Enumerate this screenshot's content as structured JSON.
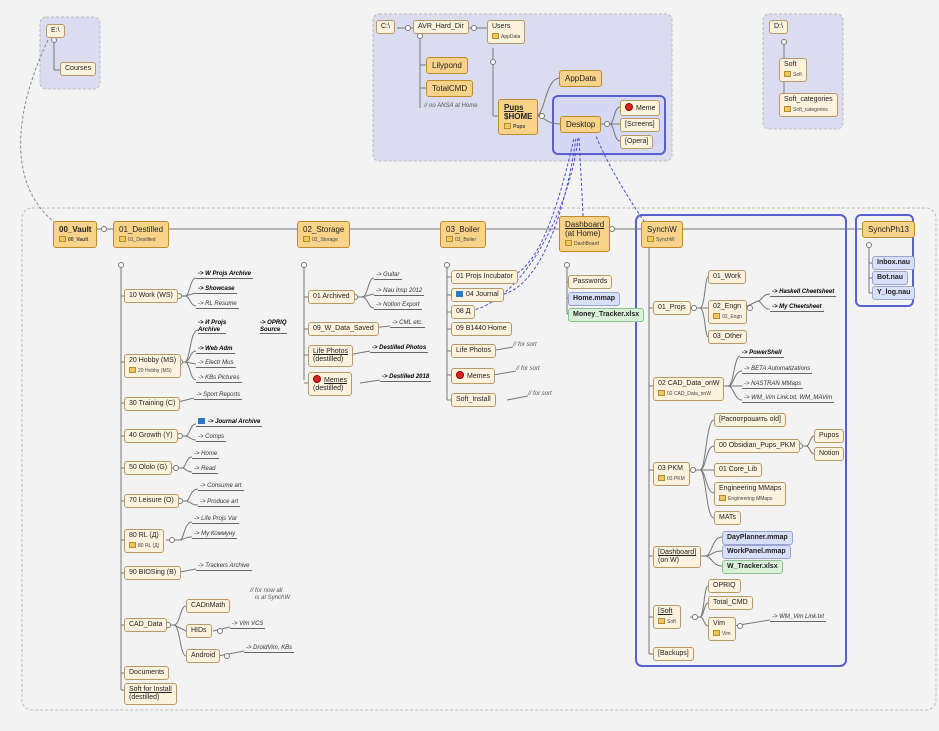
{
  "drives": {
    "e": "E:\\",
    "c": "C:\\",
    "d": "D:\\"
  },
  "top": {
    "courses": "Courses",
    "avr": "AVR_Hard_Dir",
    "users": "Users",
    "users_sub": "AppData",
    "lilypond": "Lilypond",
    "totalcmd": "TotalCMD",
    "no_ansa": "// no ANSA at Home",
    "pups_line1": "Pups",
    "pups_line2": "$HOME",
    "pups_sub": "Pups",
    "appdata": "AppData",
    "desktop": "Desktop",
    "meme": "Meme",
    "screens": "[Screens]",
    "opera": "[Opera]",
    "soft": "Soft",
    "soft_sub": "Soft",
    "softcat": "Soft_categories",
    "softcat_sub": "Soft_categories"
  },
  "main": {
    "vault": "00_Vault",
    "vault_sub": "00_Vault",
    "destilled": "01_Destilled",
    "destilled_sub": "01_Destilled",
    "storage": "02_Storage",
    "storage_sub": "02_Storage",
    "boiler": "03_Boiler",
    "boiler_sub": "03_Boiler",
    "dash_line1": "Dashboard",
    "dash_line2": "(at Home)",
    "dash_sub": "DashBoard",
    "synchw": "SynchW",
    "synchw_sub": "SynchW",
    "synchph": "SynchPh13"
  },
  "destilled": {
    "work": "10 Work (WS)",
    "w_projs": "-> W Projs Archive",
    "showcase": "-> Showcase",
    "rl_resume": "-> RL Resume",
    "hobby": "20 Hobby (MS)",
    "hobby_sub": "20 Hobby (MS)",
    "i_projs_1": "-> И Projs",
    "i_projs_2": "Archive",
    "opriq_1": "-> OPRIQ",
    "opriq_2": "Source",
    "web_adm": "-> Web Adm",
    "electr": "-> Electr Mus",
    "kbs_pic": "-> KBs Pictures",
    "training": "30 Training (C)",
    "sport": "-> Sport Reports",
    "growth": "40 Growth (Y)",
    "journal_arch": "-> Journal Archive",
    "comps": "-> Comps",
    "ololo": "50 Ololo (G)",
    "home": "-> Home",
    "read": "-> Read",
    "leisure": "70 Leisure (O)",
    "consume": "-> Consume art",
    "produce": "-> Produce art",
    "rl": "80 RL (Д)",
    "rl_sub": "80 RL (Д)",
    "life_projs": "-> Life Projs Var",
    "my_komunu": "-> My Коммуну",
    "biosing": "90 BIOSing (B)",
    "trackers": "-> Trackers Archive",
    "cad_data": "CAD_Data",
    "cadnmath": "CADnMath",
    "for_now": "// for now all\n   is at SynchW",
    "hids": "HIDs",
    "vim_vcs": "-> Vim VCS",
    "android": "Android",
    "droidvim": "-> DroidVim, KBs",
    "documents": "Documents",
    "soft_install_1": "Soft for Install",
    "soft_install_2": "(destilled)"
  },
  "storage": {
    "archived": "01 Archived",
    "guitar": "-> Guitar",
    "nauinsp": "-> Nau Insp 2012",
    "notion_export": "-> Notion Export",
    "w_data_saved": "09_W_Data_Saved",
    "cml": "-> CML etc.",
    "life_photos_1": "Life Photos",
    "life_photos_2": "(destilled)",
    "destilled_photos": "-> Destilled Photos",
    "memes_1": "Memes",
    "memes_2": "(destilled)",
    "destilled_2018": "-> Destilled 2018"
  },
  "boiler": {
    "incubator": "01 Projs Incubator",
    "journal": "04 Journal",
    "d08": "08 Д",
    "b1440": "09 B1440 Home",
    "life_photos": "Life Photos",
    "for_sort_1": "// for sort",
    "memes": "Memes",
    "for_sort_2": "// for sort",
    "soft_install": "Soft_Install",
    "for_sort_3": "// for sort"
  },
  "dash": {
    "passwords": "Passwords",
    "home_mmap": "Home.mmap",
    "money": "Money_Tracker.xlsx"
  },
  "synchw": {
    "projs": "01_Projs",
    "work": "01_Work",
    "engn": "02_Engn",
    "engn_sub": "02_Engn",
    "haskell": "-> Haskell Cheetsheet",
    "my_cheet": "-> My Cheetsheet",
    "other": "03_Other",
    "cad_data_onw": "02 CAD_Data_onW",
    "cad_data_onw_sub": "02 CAD_Data_onW",
    "powershell": "-> PowerShell",
    "beta": "-> BETA Automatizations",
    "nastran": "-> NASTRAN MMaps",
    "wm_vim": "-> WM_Vim Link.txt, WM_MAVim",
    "pkm": "03 PKM",
    "pkm_sub": "03 PKM",
    "rasp": "[Распотрошить old]",
    "obsidian": "00 Obsidian_Pups_PKM",
    "pupos": "Pupos",
    "notion": "Notion",
    "core_lib": "01 Core_Lib",
    "eng_mmaps": "Engineering MMaps",
    "eng_mmaps_sub": "Engineering MMaps",
    "mats": "MATs",
    "dashboard_1": "[Dashboard]",
    "dashboard_2": "(on W)",
    "dayplanner": "DayPlanner.mmap",
    "workpanel": "WorkPanel.mmap",
    "w_tracker": "W_Tracker.xlsx",
    "soft": "[Soft",
    "soft_sub": "Soft",
    "opriq": "OPRIQ",
    "total_cmd": "Total_CMD",
    "vim": "Vim",
    "vim_sub": "Vim",
    "wm_vim_link": "-> WM_Vim Link.txt",
    "backups": "[Backups]"
  },
  "synchph": {
    "inbox": "Inbox.nau",
    "bot": "Bot.nau",
    "vlog": "Y_log.nau"
  },
  "colors": {
    "node_fill": "#fdf2de",
    "major_fill": "#f9d38a",
    "group_border": "#5a5fd0",
    "file_blue": "#d8dff8",
    "file_green": "#d8f1d8"
  }
}
